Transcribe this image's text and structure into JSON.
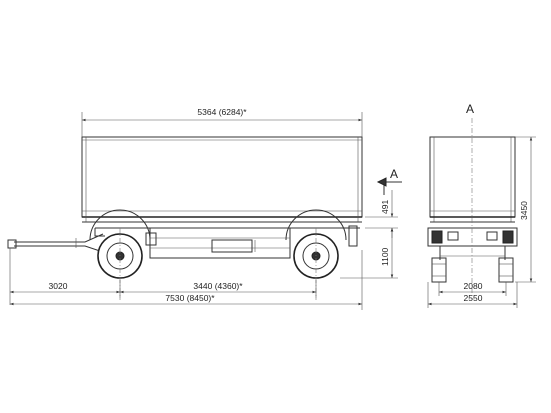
{
  "side_view": {
    "dim_body_length": "5364 (6284)*",
    "dim_drawbar": "3020",
    "dim_wheelbase": "3440 (4360)*",
    "dim_overall_length": "7530 (8450)*",
    "dim_frame_height": "491",
    "dim_platform_height": "1100",
    "section_marker": "A"
  },
  "rear_view": {
    "view_label": "A",
    "dim_height": "3450",
    "dim_track": "2080",
    "dim_width": "2550"
  },
  "colors": {
    "line": "#333333",
    "background": "#ffffff"
  }
}
